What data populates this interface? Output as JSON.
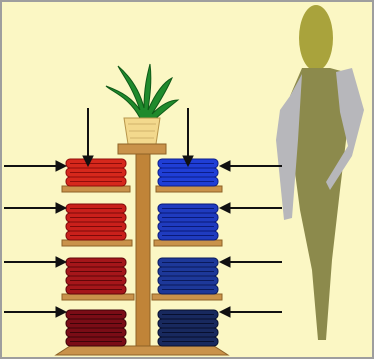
{
  "scene": {
    "background_color": "#fbf7c4",
    "border_color": "#9e9e9e",
    "shelf_color": "#c9924a",
    "shelf_shadow": "#8e6226",
    "pole_color": "#c08438",
    "pot_color": "#f3d98d",
    "plant_color": "#1f8a2c",
    "mannequin_body_color": "#8c8a4c",
    "mannequin_head_color": "#a9a33c",
    "mannequin_arm_color": "#b7b7bb",
    "arrow_color": "#111111"
  },
  "left_stacks": [
    {
      "shelf": "top",
      "color": "#d6281c",
      "stripe": "#8f0d0a",
      "folds": 3
    },
    {
      "shelf": "upper-middle",
      "color": "#c9201b",
      "stripe": "#7d0a09",
      "folds": 4
    },
    {
      "shelf": "lower-middle",
      "color": "#a5161a",
      "stripe": "#600608",
      "folds": 4
    },
    {
      "shelf": "bottom",
      "color": "#7a0c16",
      "stripe": "#3d0308",
      "folds": 4
    }
  ],
  "right_stacks": [
    {
      "shelf": "top",
      "color": "#1f3ed6",
      "stripe": "#0b1d8a",
      "folds": 3
    },
    {
      "shelf": "upper-middle",
      "color": "#1f3bbf",
      "stripe": "#0a1a78",
      "folds": 4
    },
    {
      "shelf": "lower-middle",
      "color": "#1d3899",
      "stripe": "#0a1a5c",
      "folds": 4
    },
    {
      "shelf": "bottom",
      "color": "#18295e",
      "stripe": "#070f2e",
      "folds": 4
    }
  ]
}
